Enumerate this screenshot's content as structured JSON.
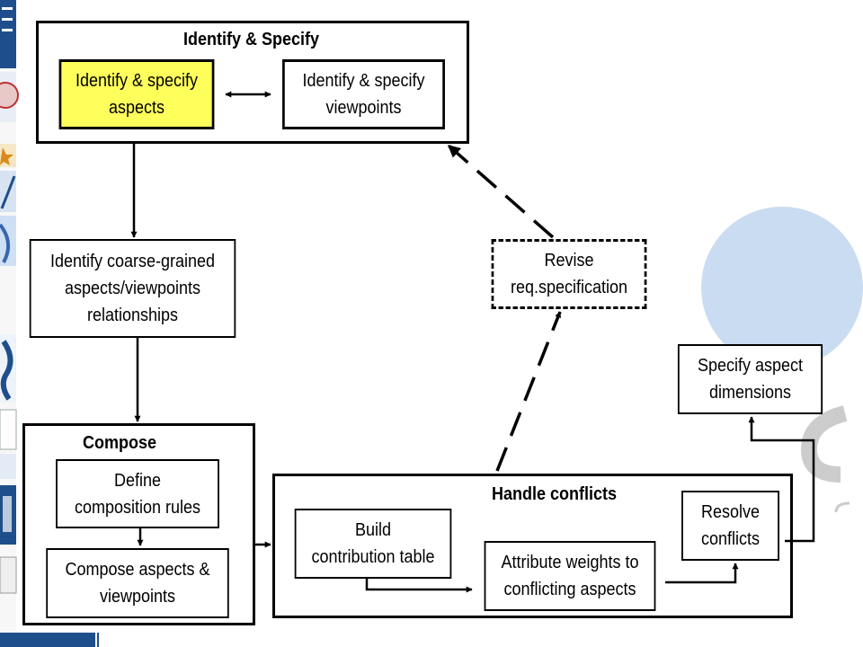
{
  "theme": {
    "highlight_color": "#ffff5c",
    "sidebar_blue": "#1f4e8c",
    "watermark_blue": "#c9dcf2"
  },
  "sidebar": {
    "logos": [
      "university-logo",
      "seal-logo",
      "star-logo",
      "feather-logo",
      "swoosh-logo",
      "faces-logo",
      "crest-logo"
    ]
  },
  "frames": {
    "identify_specify": {
      "title": "Identify & Specify"
    },
    "compose": {
      "title": "Compose"
    },
    "handle_conflicts": {
      "title": "Handle conflicts"
    }
  },
  "boxes": {
    "identify_aspects": {
      "lines": [
        "Identify & specify",
        "aspects"
      ]
    },
    "identify_viewpoints": {
      "lines": [
        "Identify & specify",
        "viewpoints"
      ]
    },
    "coarse_grained": {
      "lines": [
        "Identify coarse-grained",
        "aspects/viewpoints",
        "relationships"
      ]
    },
    "revise_spec": {
      "lines": [
        "Revise",
        "req.specification"
      ]
    },
    "aspect_dimensions": {
      "lines": [
        "Specify aspect",
        "dimensions"
      ]
    },
    "define_rules": {
      "lines": [
        "Define",
        "composition rules"
      ]
    },
    "compose_aspects": {
      "lines": [
        "Compose aspects &",
        "viewpoints"
      ]
    },
    "contribution_table": {
      "lines": [
        "Build",
        "contribution table"
      ]
    },
    "attribute_weights": {
      "lines": [
        "Attribute weights to",
        "conflicting aspects"
      ]
    },
    "resolve_conflicts": {
      "lines": [
        "Resolve",
        "conflicts"
      ]
    }
  }
}
